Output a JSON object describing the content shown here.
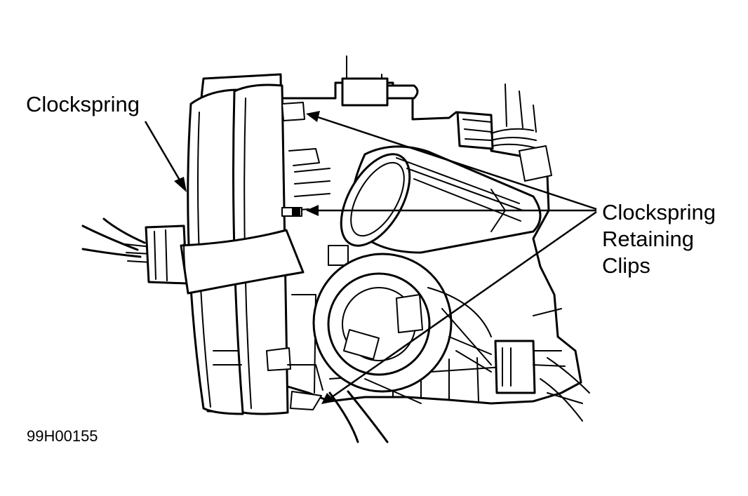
{
  "labels": {
    "clockspring": "Clockspring",
    "retaining_clips": "Clockspring\nRetaining\nClips",
    "figure_code": "99H00155"
  },
  "colors": {
    "line": "#000000",
    "background": "#ffffff"
  }
}
